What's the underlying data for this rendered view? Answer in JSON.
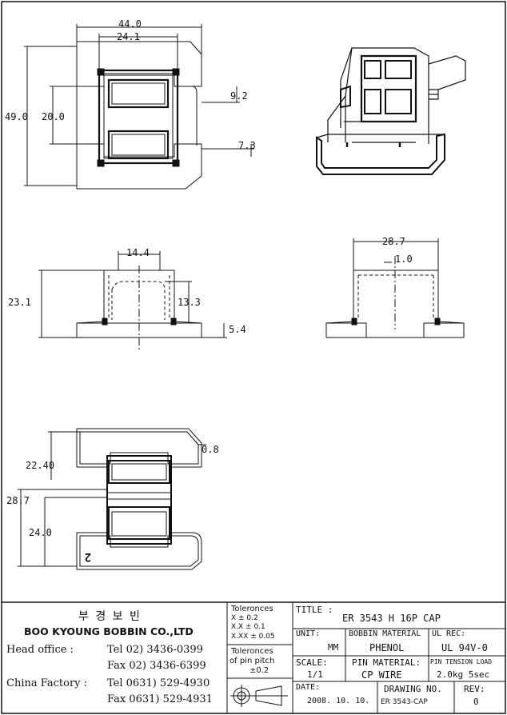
{
  "dimensions": {
    "top_view": {
      "overall_width": "44.0",
      "inner_width": "24.1",
      "overall_height": "49.0",
      "window_span": "20.0",
      "upper_offset": "9.2",
      "lower_offset": "7.3"
    },
    "front_view": {
      "inner_width": "14.4",
      "overall_height": "23.1",
      "body_height": "13.3",
      "base_height": "5.4"
    },
    "side_view": {
      "overall_width": "28.7",
      "wall": "1.0"
    },
    "bottom_view": {
      "thickness": "0.8",
      "upper_offset": "22.40",
      "overall_height": "28.7",
      "lower_offset": "24.0",
      "pin_mark": "2"
    }
  },
  "company": {
    "name_korean": "부 경 보 빈",
    "name_english": "BOO KYOUNG BOBBIN CO.,LTD",
    "head_office_label": "Head office  :",
    "head_office_tel": "Tel  02) 3436-0399",
    "head_office_fax": "Fax  02) 3436-6399",
    "china_factory_label": "China Factory :",
    "china_factory_tel": "Tel 0631) 529-4930",
    "china_factory_fax": "Fax 0631) 529-4931"
  },
  "tolerances": {
    "header": "Toleronces",
    "x": "X    ± 0.2",
    "xx": "X.X   ± 0.1",
    "xxx": "X.XX  ± 0.05",
    "pin_header": "Toleronces",
    "pin_line2": "of pin pitch",
    "pin_value": "±0.2"
  },
  "title_block": {
    "title_label": "TITLE :",
    "title_value": "ER 3543 H 16P CAP",
    "unit_label": "UNIT:",
    "unit_value": "MM",
    "bobbin_material_label": "BOBBIN MATERIAL",
    "bobbin_material_value": "PHENOL",
    "ul_rec_label": "UL REC:",
    "ul_rec_value": "UL 94V-0",
    "scale_label": "SCALE:",
    "scale_value": "1/1",
    "pin_material_label": "PIN MATERIAL:",
    "pin_material_value": "CP WIRE",
    "pin_tension_label": "PIN TENSION LOAD",
    "pin_tension_value": "2.0kg 5sec",
    "date_label": "DATE:",
    "date_value": "2008. 10. 10.",
    "drawing_no_label": "DRAWING NO.",
    "drawing_no_value": "ER 3543-CAP",
    "rev_label": "REV:",
    "rev_value": "0"
  }
}
